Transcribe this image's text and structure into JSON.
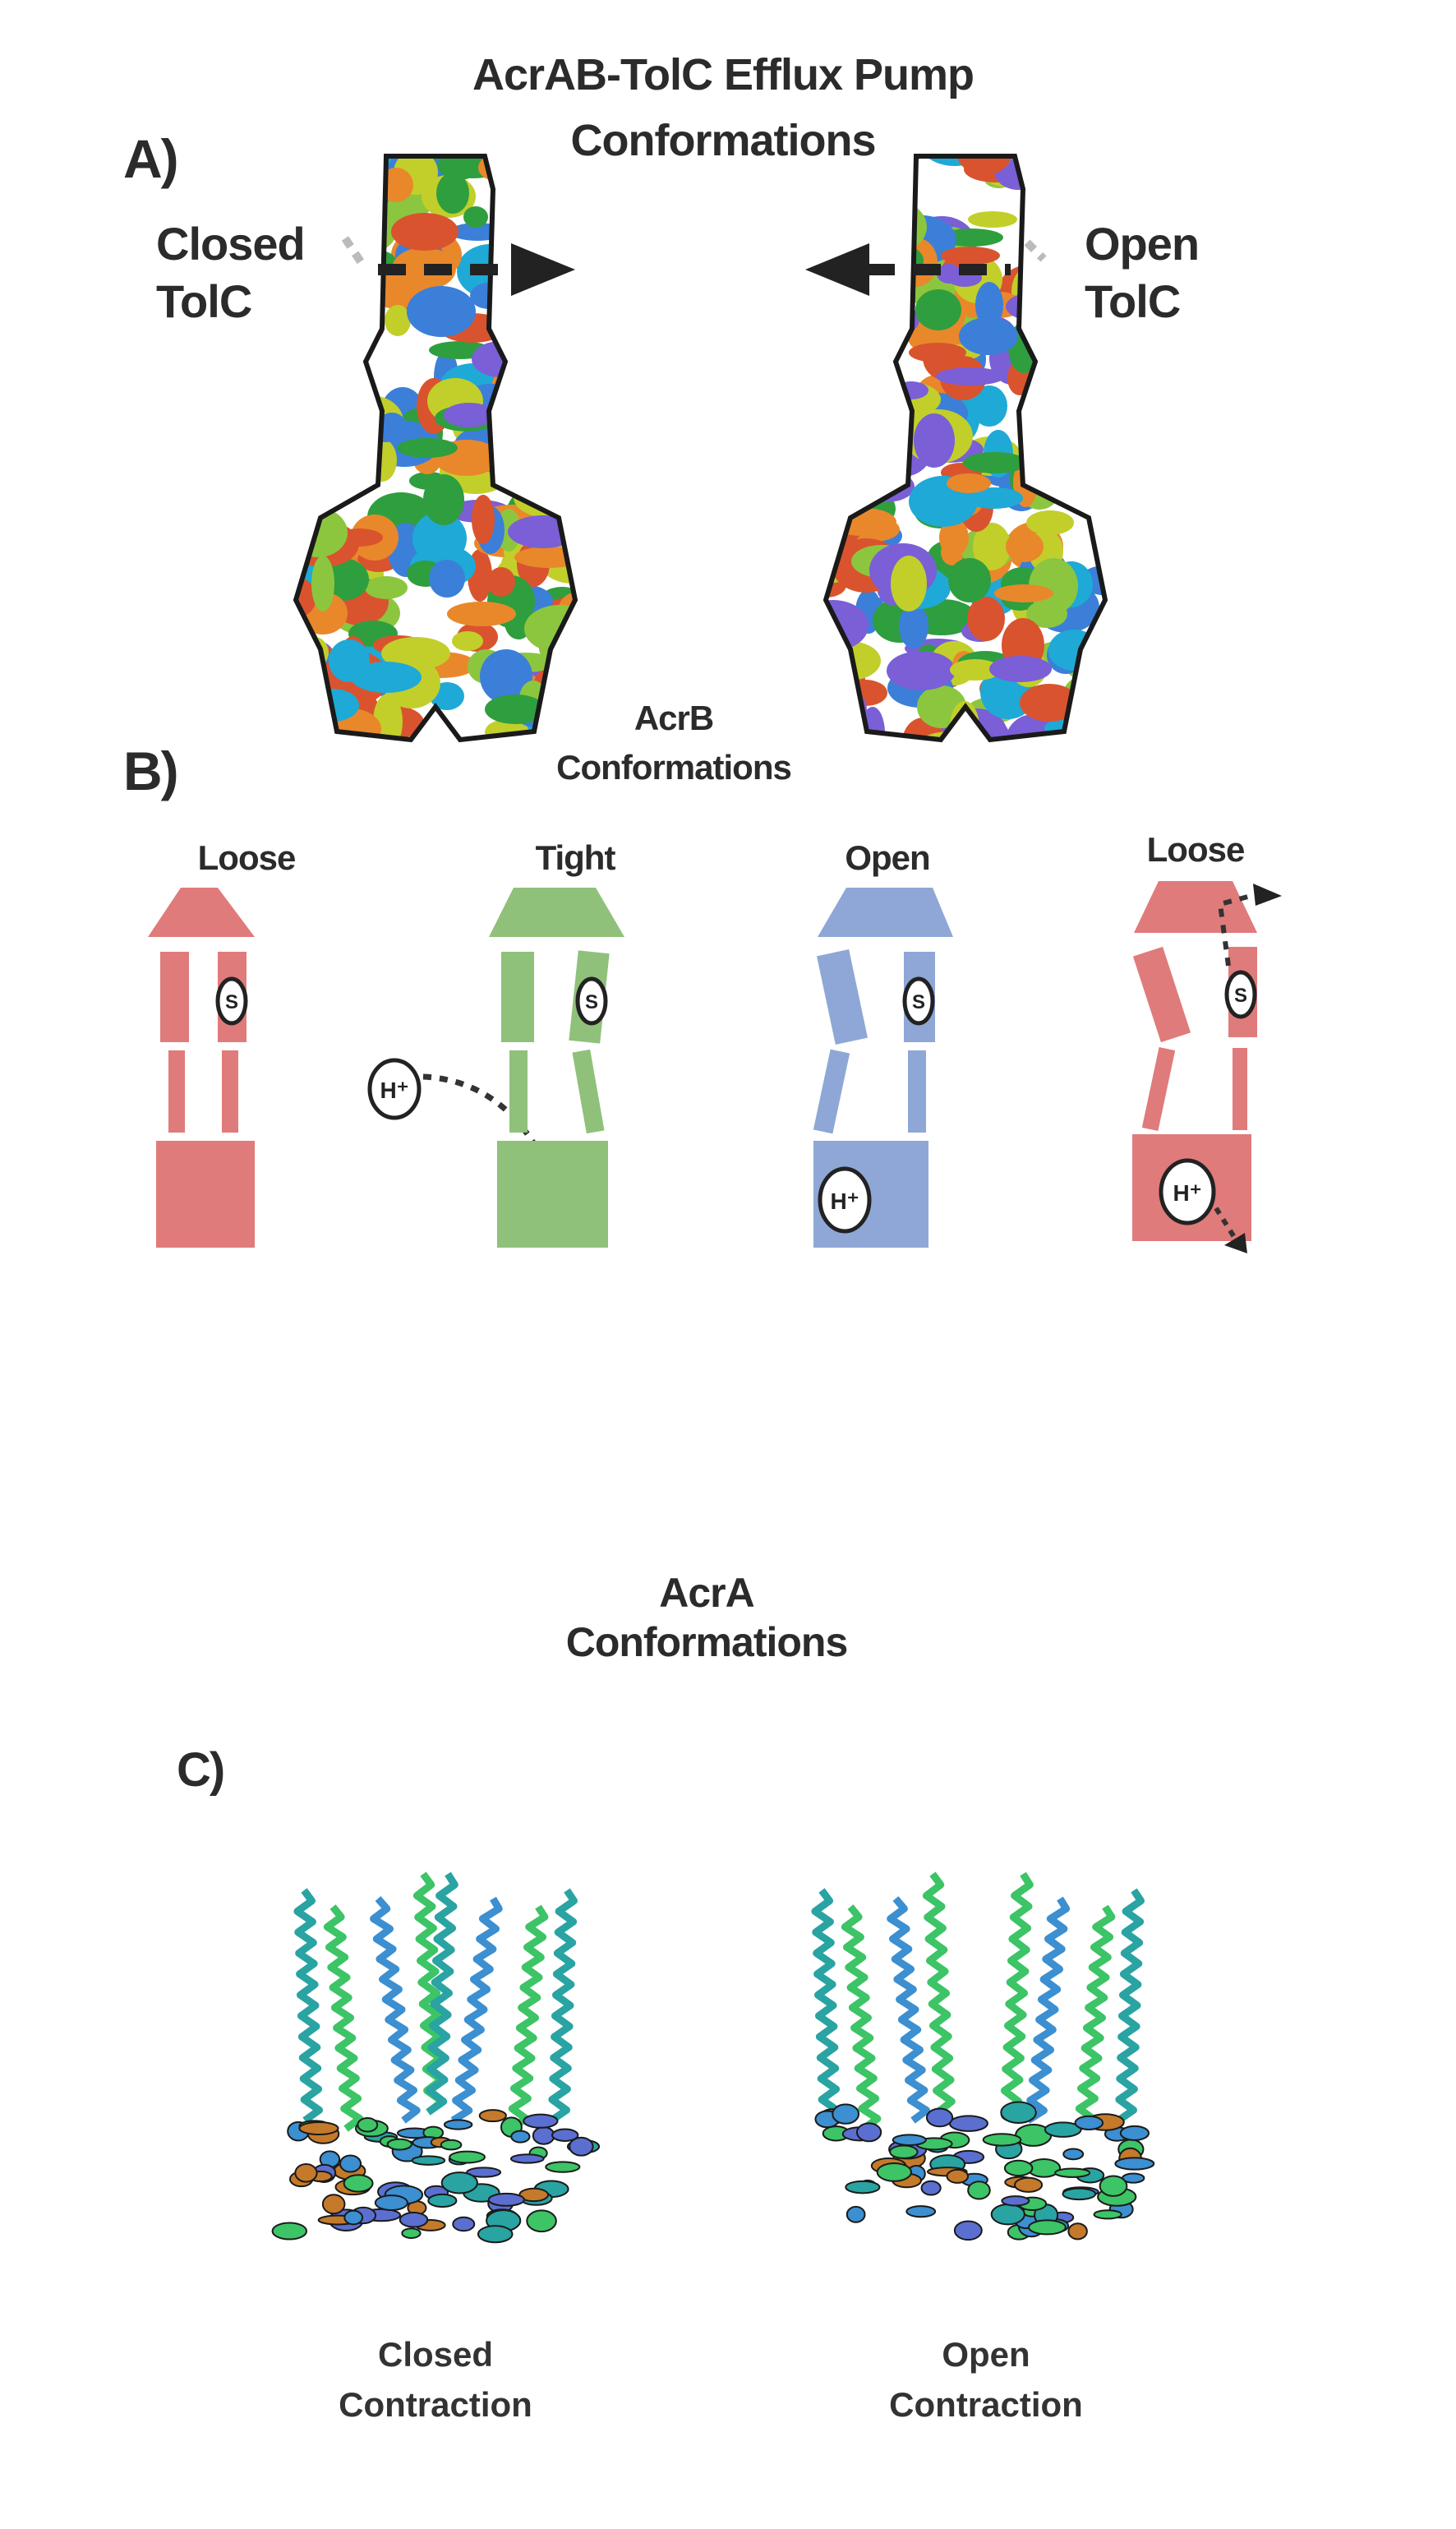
{
  "panel_a": {
    "letter": "A)",
    "title_line1": "AcrAB-TolC Efflux Pump",
    "title_line2": "Conformations",
    "left_label_line1": "Closed",
    "left_label_line2": "TolC",
    "right_label_line1": "Open",
    "right_label_line2": "TolC",
    "structure_palette": [
      "#2f9e3e",
      "#8cc63f",
      "#1fa9d6",
      "#3b7fd9",
      "#e9882a",
      "#d9542e",
      "#7a5fd6",
      "#c2cf2a"
    ]
  },
  "panel_b": {
    "letter": "B)",
    "title_line1": "AcrB",
    "title_line2": "Conformations",
    "substrate_symbol": "S",
    "proton_symbol": "H⁺",
    "states": [
      {
        "label": "Loose",
        "color": "#e07b7b"
      },
      {
        "label": "Tight",
        "color": "#8fc17a"
      },
      {
        "label": "Open",
        "color": "#8fa7d6"
      },
      {
        "label": "Loose",
        "color": "#e07b7b"
      }
    ]
  },
  "panel_c": {
    "letter": "C)",
    "title_line1": "AcrA",
    "title_line2": "Conformations",
    "left_caption_line1": "Closed",
    "left_caption_line2": "Contraction",
    "right_caption_line1": "Open",
    "right_caption_line2": "Contraction",
    "helix_colors": [
      "#2aa3a3",
      "#3cc466",
      "#3c8fd0",
      "#5a6fd0",
      "#c47a2a"
    ]
  }
}
